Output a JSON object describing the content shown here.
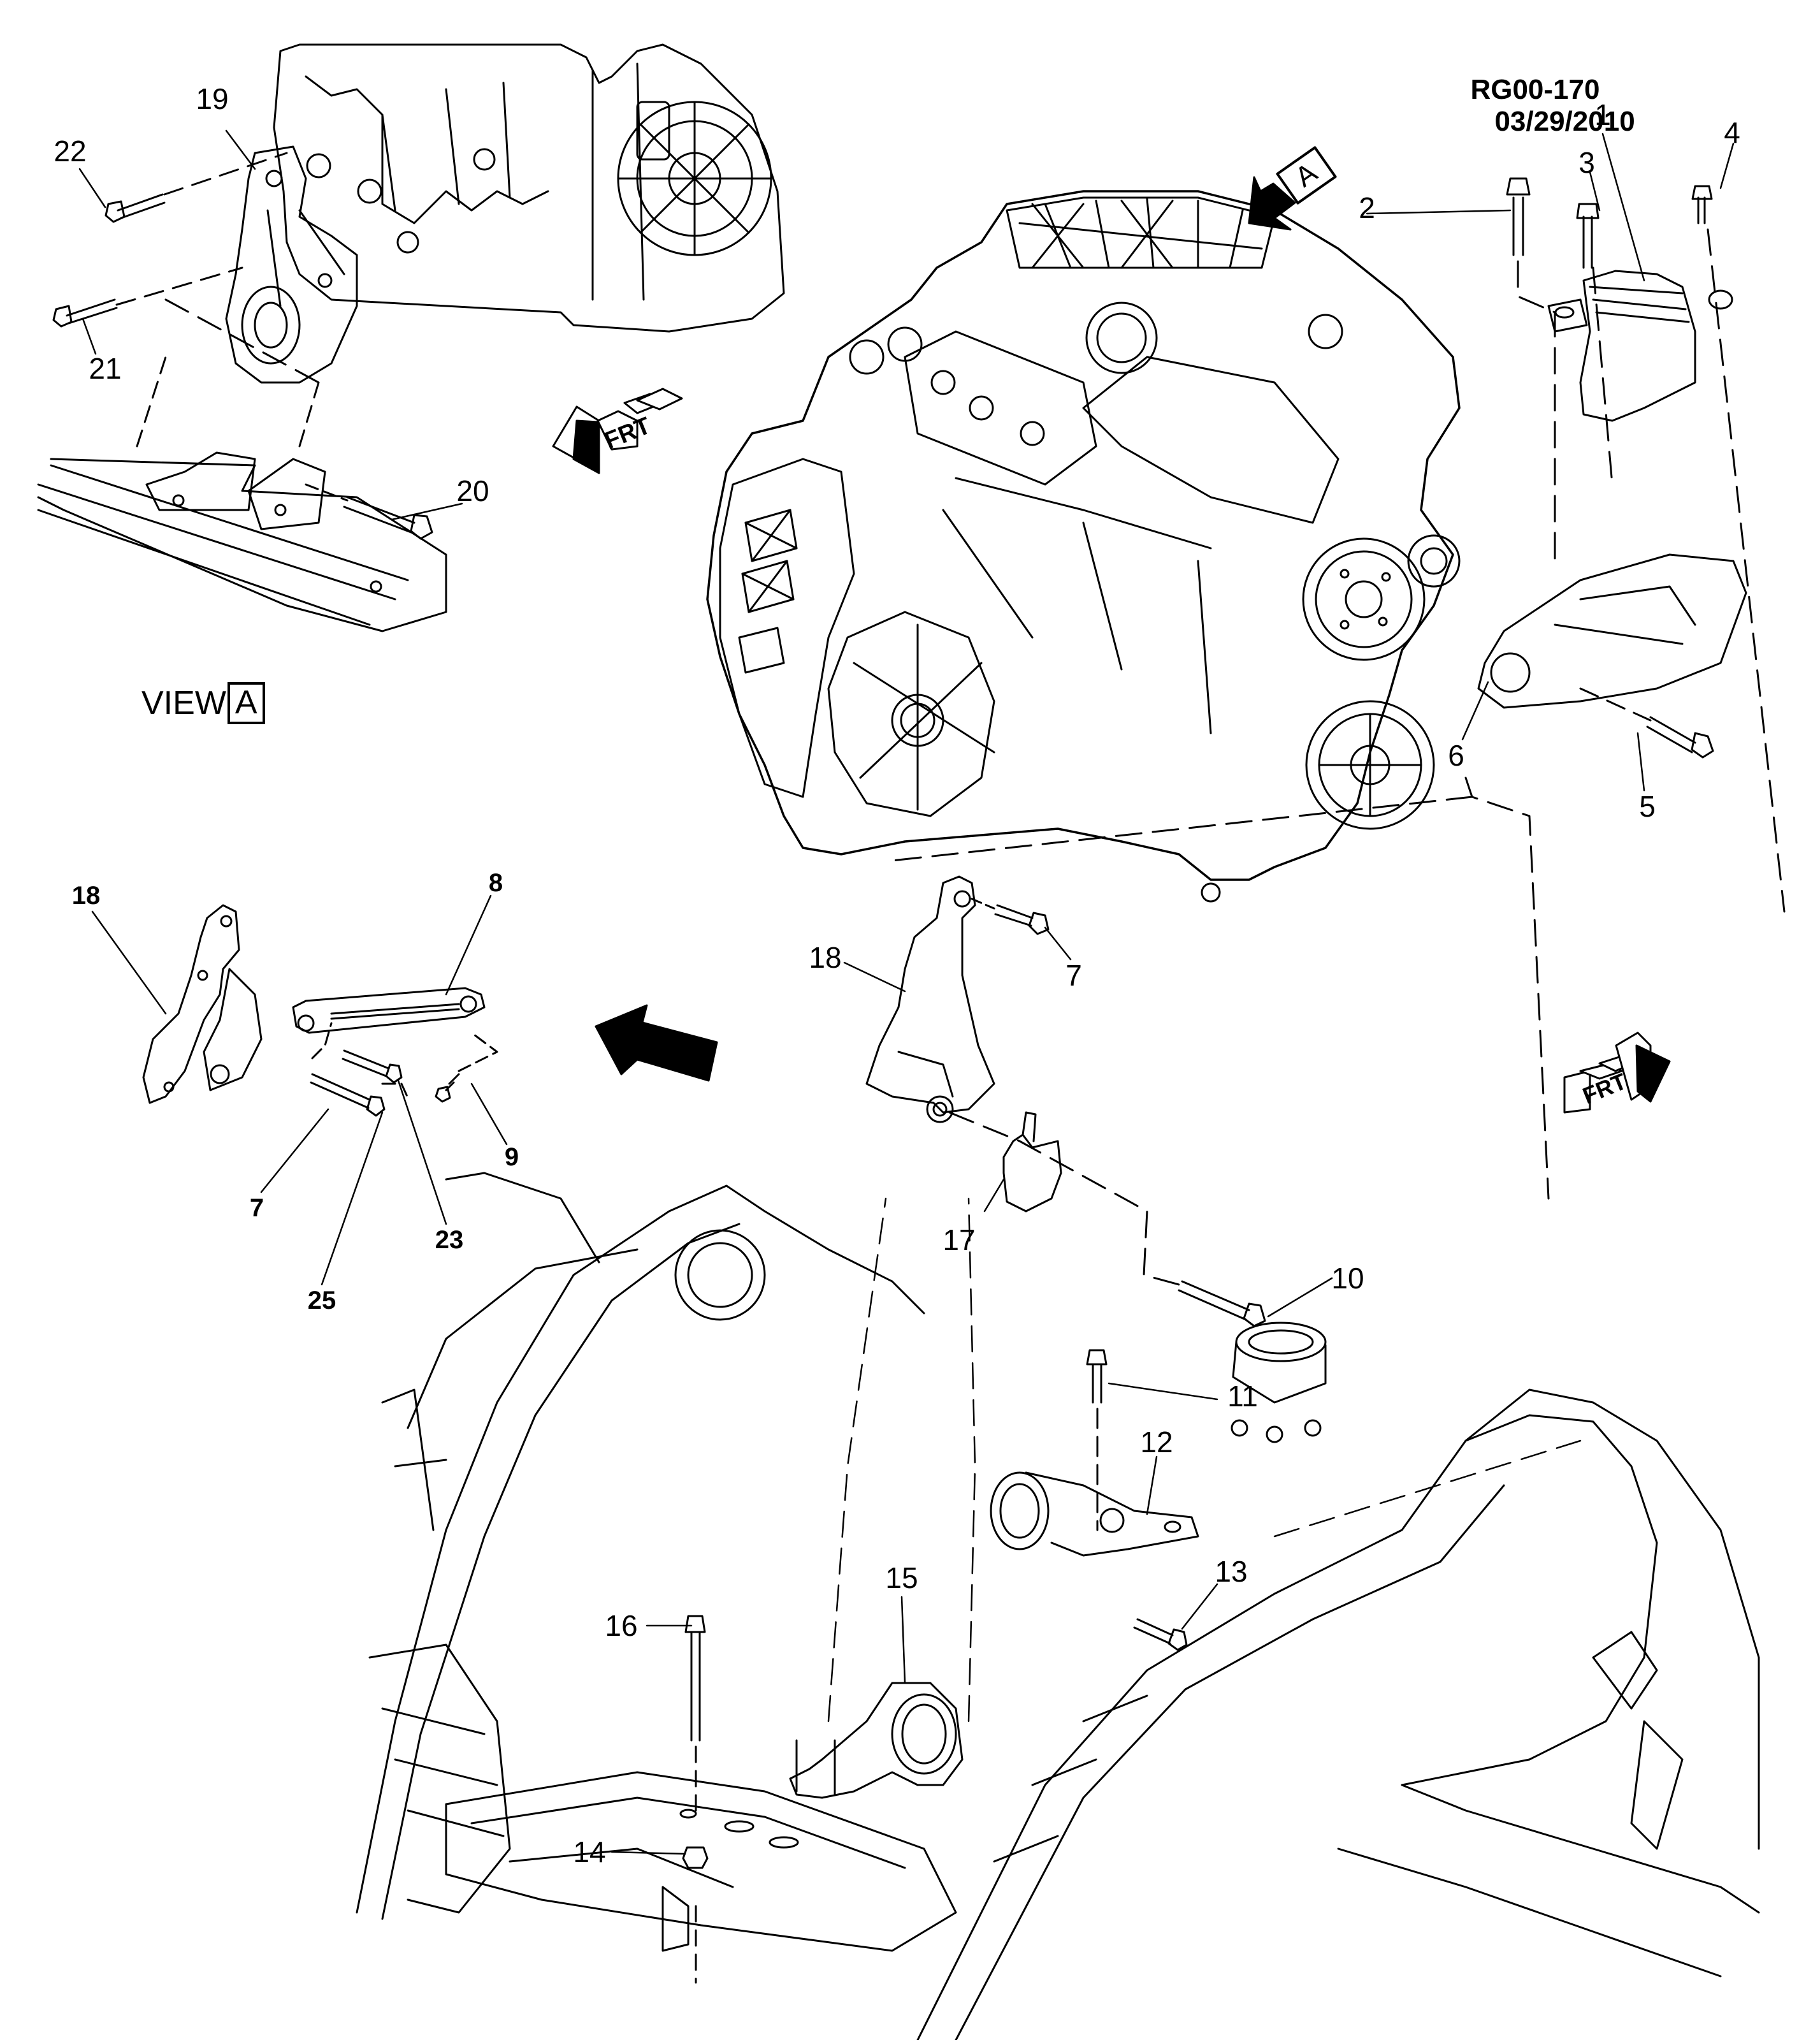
{
  "header": {
    "illustration_id": "RG00-170",
    "date": "03/29/2010"
  },
  "view": {
    "label": "VIEW",
    "ref": "A"
  },
  "arrows": {
    "view_arrow_ref": "A",
    "front_indicator_left": "FRT",
    "front_indicator_right": "FRT"
  },
  "callouts": [
    {
      "id": "1",
      "part": "engine-mount-right"
    },
    {
      "id": "2",
      "part": "bolt"
    },
    {
      "id": "3",
      "part": "bolt"
    },
    {
      "id": "4",
      "part": "bolt"
    },
    {
      "id": "5",
      "part": "bolt"
    },
    {
      "id": "6",
      "part": "mount-bracket"
    },
    {
      "id": "7",
      "part": "bolt"
    },
    {
      "id": "8",
      "part": "torque-strut"
    },
    {
      "id": "9",
      "part": "bolt"
    },
    {
      "id": "10",
      "part": "bolt"
    },
    {
      "id": "11",
      "part": "bolt"
    },
    {
      "id": "12",
      "part": "transmission-mount"
    },
    {
      "id": "13",
      "part": "bolt"
    },
    {
      "id": "14",
      "part": "nut"
    },
    {
      "id": "15",
      "part": "rear-mount"
    },
    {
      "id": "16",
      "part": "bolt"
    },
    {
      "id": "17",
      "part": "shield"
    },
    {
      "id": "18",
      "part": "bracket"
    },
    {
      "id": "19",
      "part": "mount-bracket-view-a"
    },
    {
      "id": "20",
      "part": "bolt"
    },
    {
      "id": "21",
      "part": "bolt"
    },
    {
      "id": "22",
      "part": "bolt"
    },
    {
      "id": "23",
      "part": "nut"
    },
    {
      "id": "25",
      "part": "nut"
    },
    {
      "id": "7",
      "part": "bolt-left-group"
    },
    {
      "id": "18",
      "part": "bracket-left-group"
    }
  ]
}
